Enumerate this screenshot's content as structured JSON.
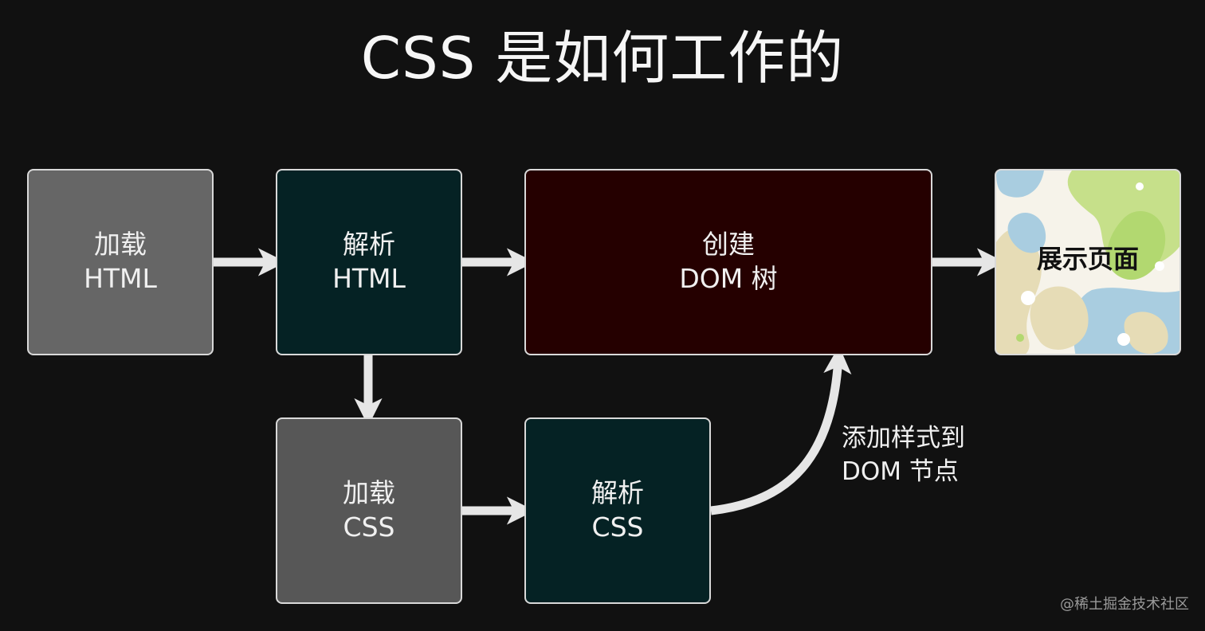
{
  "title": "CSS 是如何工作的",
  "steps": {
    "load_html": {
      "line1": "加载",
      "line2": "HTML"
    },
    "parse_html": {
      "line1": "解析",
      "line2": "HTML"
    },
    "create_dom": {
      "line1": "创建",
      "line2": "DOM 树"
    },
    "display_page": {
      "label": "展示页面"
    },
    "load_css": {
      "line1": "加载",
      "line2": "CSS"
    },
    "parse_css": {
      "line1": "解析",
      "line2": "CSS"
    }
  },
  "annotation": {
    "line1": "添加样式到",
    "line2": "DOM 节点"
  },
  "watermark": "@稀土掘金技术社区",
  "colors": {
    "background": "#111111",
    "gray_box": "#666666",
    "gray_box_dark": "#575757",
    "teal_box": "#052224",
    "maroon_box": "#250000",
    "arrow": "#e6e6e6"
  }
}
